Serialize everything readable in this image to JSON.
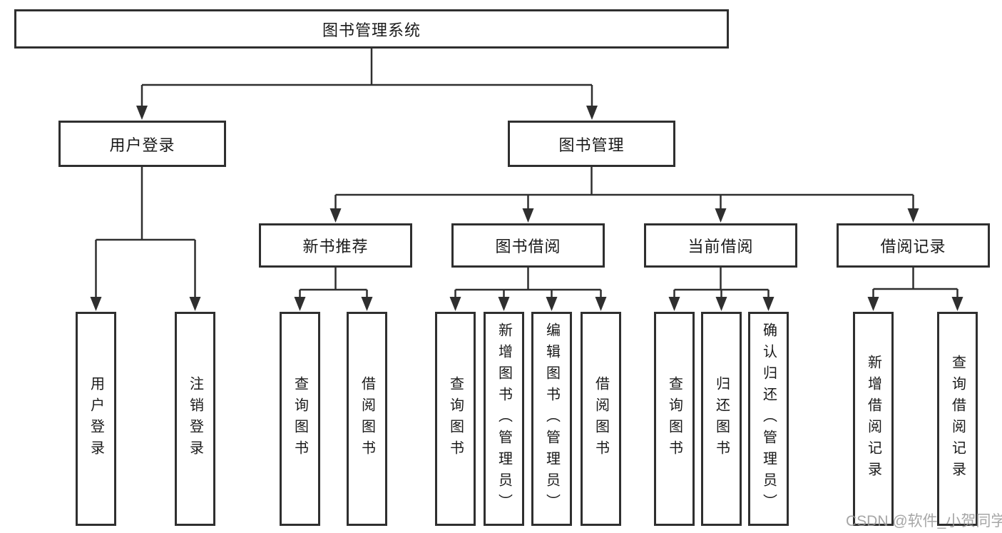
{
  "diagram": {
    "title": "图书管理系统",
    "type": "tree",
    "colors": {
      "line": "#2f2f2f",
      "box_border": "#2f2f2f",
      "box_fill": "#ffffff",
      "text": "#1a1a1a",
      "background": "#ffffff",
      "watermark": "#969696"
    },
    "nodes": {
      "root": "图书管理系统",
      "level2": [
        {
          "label": "用户登录",
          "parent": "图书管理系统"
        },
        {
          "label": "图书管理",
          "parent": "图书管理系统"
        }
      ],
      "level3": [
        {
          "label": "新书推荐",
          "parent": "图书管理"
        },
        {
          "label": "图书借阅",
          "parent": "图书管理"
        },
        {
          "label": "当前借阅",
          "parent": "图书管理"
        },
        {
          "label": "借阅记录",
          "parent": "图书管理"
        }
      ],
      "leaves": [
        {
          "label": "用户登录",
          "parent": "用户登录"
        },
        {
          "label": "注销登录",
          "parent": "用户登录"
        },
        {
          "label": "查询图书",
          "parent": "新书推荐"
        },
        {
          "label": "借阅图书",
          "parent": "新书推荐"
        },
        {
          "label": "查询图书",
          "parent": "图书借阅"
        },
        {
          "label": "新增图书（管理员）",
          "parent": "图书借阅"
        },
        {
          "label": "编辑图书（管理员）",
          "parent": "图书借阅"
        },
        {
          "label": "借阅图书",
          "parent": "图书借阅"
        },
        {
          "label": "查询图书",
          "parent": "当前借阅"
        },
        {
          "label": "归还图书",
          "parent": "当前借阅"
        },
        {
          "label": "确认归还（管理员）",
          "parent": "当前借阅"
        },
        {
          "label": "新增借阅记录",
          "parent": "借阅记录"
        },
        {
          "label": "查询借阅记录",
          "parent": "借阅记录"
        }
      ]
    }
  },
  "watermark": "CSDN @软件_小贺同学"
}
